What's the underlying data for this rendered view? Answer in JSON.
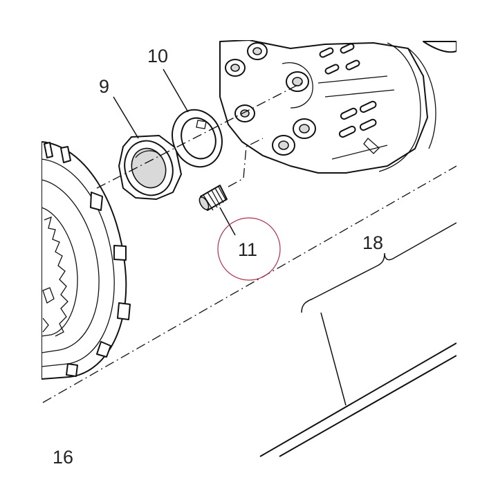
{
  "labels": {
    "part_9": "9",
    "part_10": "10",
    "part_11": "11",
    "part_16": "16",
    "part_18": "18"
  },
  "colors": {
    "line": "#111111",
    "highlight_circle": "#b0304a",
    "background": "#ffffff"
  },
  "highlighted_part": "11"
}
